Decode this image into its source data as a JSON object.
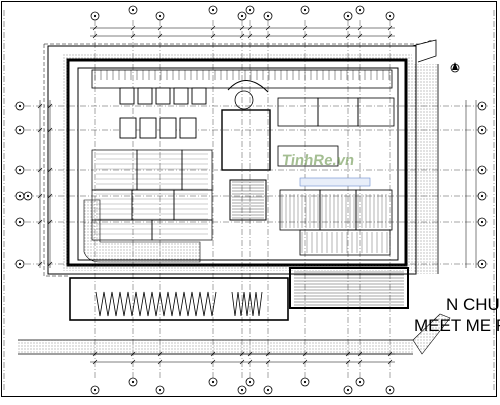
{
  "drawing": {
    "type": "architectural floor plan (CAD)",
    "line_color": "#000000",
    "background": "#ffffff",
    "accent_colors": {
      "watermark_green": "#5a8a3a",
      "watermark_gold": "#c8a020",
      "highlight_blue": "#6a8ccf"
    }
  },
  "texts": {
    "annotation_line1": "N CHUY",
    "annotation_line2": "MEET ME R",
    "watermark": "TinhRe.vn"
  },
  "icons": [
    "grid-bubble-icon",
    "north-arrow-icon"
  ]
}
